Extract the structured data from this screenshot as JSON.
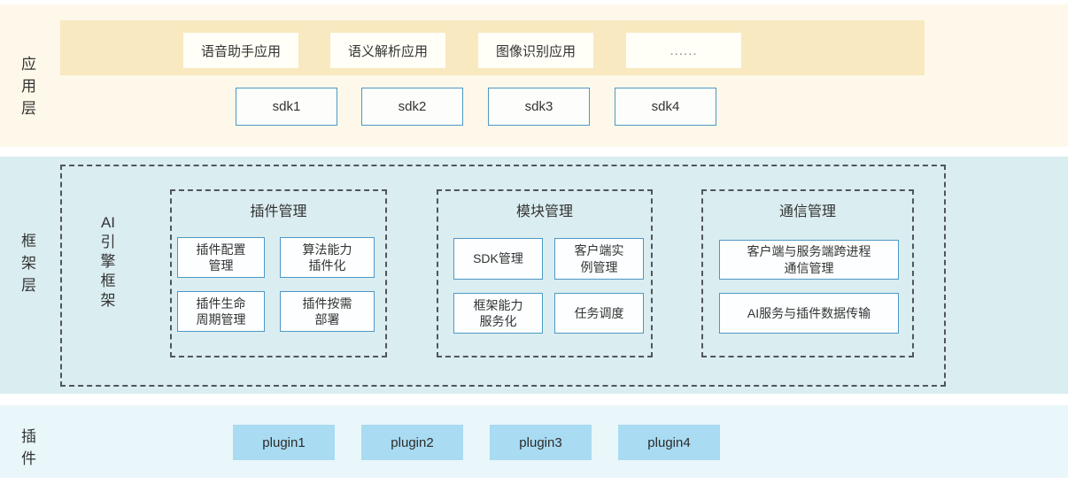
{
  "colors": {
    "app_band_bg": "#fdf8e9",
    "app_strip_bg": "#f9e9c0",
    "app_box_bg": "#fffef7",
    "framework_band_bg": "#daedf0",
    "plugin_band_bg": "#e9f6fa",
    "plugin_box_bg": "#a9dbf2",
    "box_border_blue": "#4d98c6",
    "dashed_border": "#50565c",
    "text": "#333333"
  },
  "app_layer": {
    "label": "应用层",
    "apps": [
      "语音助手应用",
      "语义解析应用",
      "图像识别应用",
      "......"
    ],
    "sdks": [
      "sdk1",
      "sdk2",
      "sdk3",
      "sdk4"
    ]
  },
  "framework_layer": {
    "label": "框架层",
    "engine_label": "AI引擎框架",
    "engine_lines": [
      "AI",
      "引",
      "擎",
      "框",
      "架"
    ],
    "groups": [
      {
        "title": "插件管理",
        "items": [
          "插件配置\n管理",
          "算法能力\n插件化",
          "插件生命\n周期管理",
          "插件按需\n部署"
        ]
      },
      {
        "title": "模块管理",
        "items": [
          "SDK管理",
          "客户端实\n例管理",
          "框架能力\n服务化",
          "任务调度"
        ]
      },
      {
        "title": "通信管理",
        "items": [
          "客户端与服务端跨进程\n通信管理",
          "AI服务与插件数据传输"
        ]
      }
    ]
  },
  "plugin_layer": {
    "label": "插件",
    "plugins": [
      "plugin1",
      "plugin2",
      "plugin3",
      "plugin4"
    ]
  }
}
